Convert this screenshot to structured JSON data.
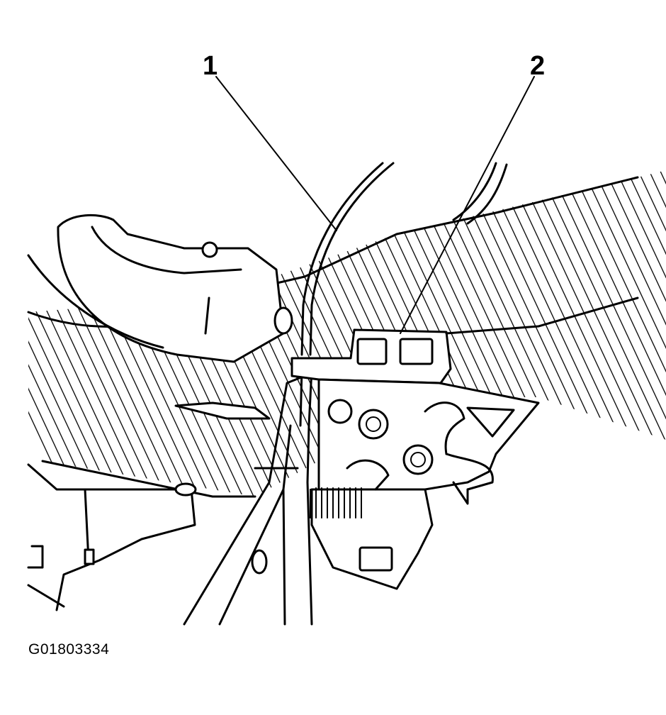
{
  "callouts": {
    "one": "1",
    "two": "2"
  },
  "figure_id": "G01803334",
  "colors": {
    "ink": "#000000",
    "paper": "#ffffff"
  }
}
